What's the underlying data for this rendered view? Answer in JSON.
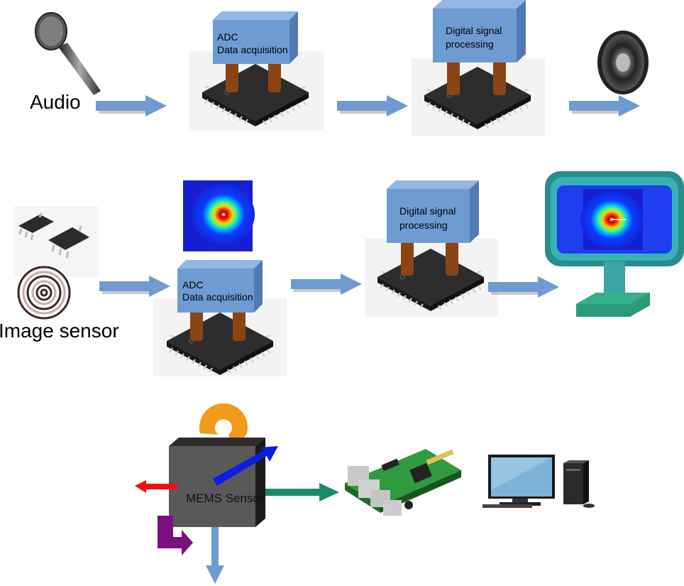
{
  "labels": {
    "audio": "Audio",
    "image_sensor": "Image sensor",
    "adc_line1": "ADC",
    "adc_line2": "Data acquisition",
    "dsp_line1": "Digital signal",
    "dsp_line2": "processing",
    "mems": "MEMS Sensor"
  },
  "colors": {
    "flow_arrow": "#6f9bd3",
    "box_face": "#6f9bd3",
    "chip_body": "#3a3a3a",
    "chip_pin": "#c8c8c8",
    "legs": "#8b4513",
    "monitor_frame": "#2a8c8c",
    "monitor_screen": "#1e3ef0",
    "monitor_stand": "#2a9a7a",
    "mems_cube": "#555555",
    "arrow_orange": "#f39a1a",
    "arrow_blue": "#0a1ee6",
    "arrow_red": "#ee1111",
    "arrow_green": "#1b8a6b",
    "arrow_purple": "#7a1080",
    "arrow_light_blue": "#6f9bd3"
  },
  "icons": [
    "microphone-icon",
    "speaker-icon",
    "ic-chip-icon",
    "spiral-sensor-icon",
    "heatmap-image",
    "monitor-icon",
    "raspberry-pi-board-icon",
    "desktop-computer-icon"
  ]
}
